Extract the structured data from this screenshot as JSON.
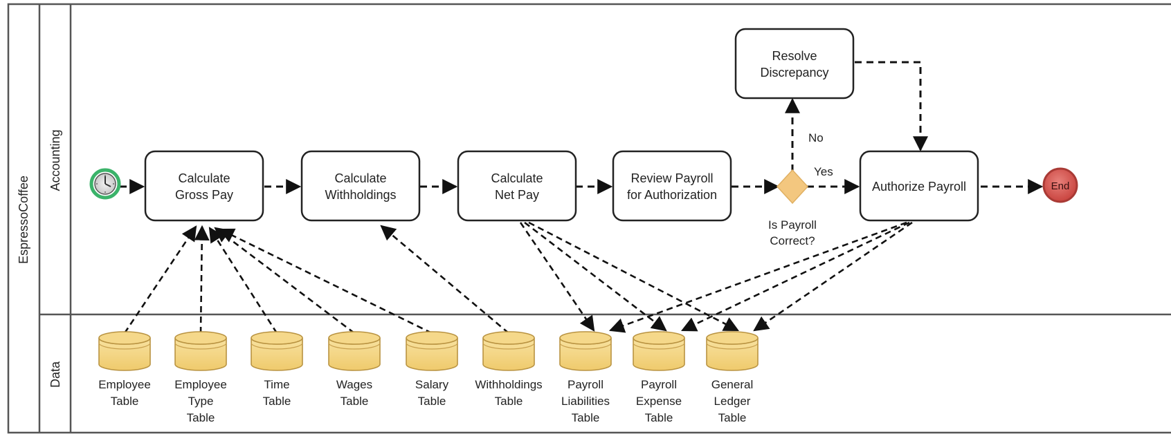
{
  "diagram": {
    "pool": "EspressoCoffee",
    "lanes": [
      "Accounting",
      "Data"
    ],
    "start_event": "clock-icon",
    "end_event": "End",
    "tasks": [
      {
        "id": "gross",
        "lines": [
          "Calculate",
          "Gross Pay"
        ]
      },
      {
        "id": "withholdings",
        "lines": [
          "Calculate",
          "Withholdings"
        ]
      },
      {
        "id": "net",
        "lines": [
          "Calculate",
          "Net Pay"
        ]
      },
      {
        "id": "review",
        "lines": [
          "Review Payroll",
          "for Authorization"
        ]
      },
      {
        "id": "resolve",
        "lines": [
          "Resolve",
          "Discrepancy"
        ]
      },
      {
        "id": "authorize",
        "lines": [
          "Authorize Payroll"
        ]
      }
    ],
    "gateway": {
      "lines": [
        "Is Payroll",
        "Correct?"
      ],
      "no_label": "No",
      "yes_label": "Yes"
    },
    "data_stores": [
      {
        "id": "employee",
        "lines": [
          "Employee",
          "Table"
        ]
      },
      {
        "id": "employee-type",
        "lines": [
          "Employee",
          "Type",
          "Table"
        ]
      },
      {
        "id": "time",
        "lines": [
          "Time",
          "Table"
        ]
      },
      {
        "id": "wages",
        "lines": [
          "Wages",
          "Table"
        ]
      },
      {
        "id": "salary",
        "lines": [
          "Salary",
          "Table"
        ]
      },
      {
        "id": "withholdings-table",
        "lines": [
          "Withholdings",
          "Table"
        ]
      },
      {
        "id": "payroll-liabilities",
        "lines": [
          "Payroll",
          "Liabilities",
          "Table"
        ]
      },
      {
        "id": "payroll-expense",
        "lines": [
          "Payroll",
          "Expense",
          "Table"
        ]
      },
      {
        "id": "general-ledger",
        "lines": [
          "General",
          "Ledger",
          "Table"
        ]
      }
    ],
    "colors": {
      "data_store": "#f5d88a",
      "gateway": "#f3c77f",
      "start_ring": "#3bb36a",
      "end_fill": "#d65a55"
    }
  }
}
